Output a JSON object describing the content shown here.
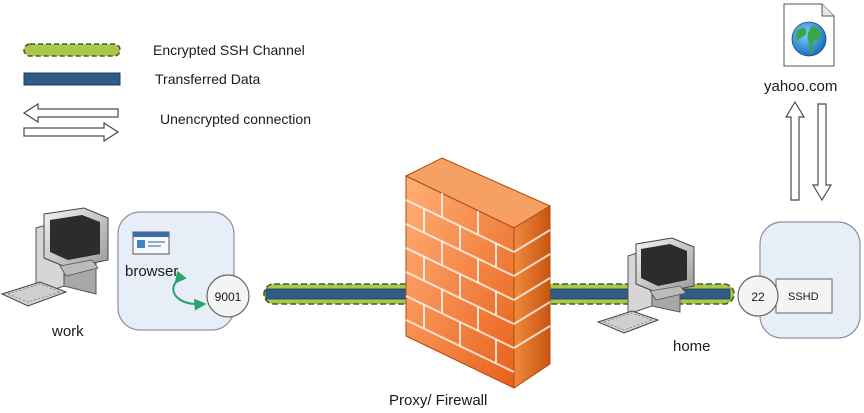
{
  "legend": {
    "encrypted_label": "Encrypted SSH Channel",
    "data_label": "Transferred Data",
    "unencrypted_label": "Unencrypted connection"
  },
  "nodes": {
    "work_label": "work",
    "browser_label": "browser",
    "local_port": "9001",
    "firewall_label": "Proxy/ Firewall",
    "home_label": "home",
    "remote_port": "22",
    "sshd_label": "SSHD",
    "website_label": "yahoo.com"
  },
  "colors": {
    "encrypted_channel": "#a9c84a",
    "channel_dash": "#4a5a22",
    "transferred_data": "#2f5b86",
    "firewall": "#f07a2a",
    "panel_fill": "#e8eef8",
    "panel_stroke": "#8a93a3",
    "arrow_green": "#2aa36b"
  },
  "icons": [
    "workstation-icon",
    "browser-window-icon",
    "brick-firewall-icon",
    "document-globe-icon"
  ]
}
